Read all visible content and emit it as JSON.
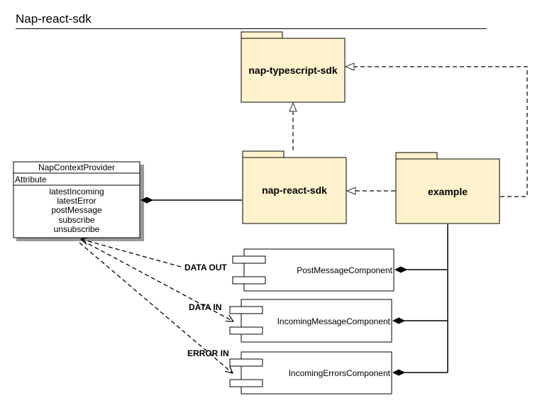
{
  "title": "Nap-react-sdk",
  "packages": {
    "typescript_sdk": "nap-typescript-sdk",
    "react_sdk": "nap-react-sdk",
    "example": "example"
  },
  "class_box": {
    "name": "NapContextProvider",
    "section": "Attribute",
    "members": [
      "latestIncoming",
      "latestError",
      "postMessage",
      "subscribe",
      "unsubscribe"
    ]
  },
  "components": {
    "post_message": "PostMessageComponent",
    "incoming_message": "IncomingMessageComponent",
    "incoming_errors": "IncomingErrorsComponent"
  },
  "flows": {
    "data_out": "DATA OUT",
    "data_in": "DATA IN",
    "error_in": "ERROR IN"
  },
  "colors": {
    "package_fill": "#fff2cc",
    "stroke": "#000000",
    "line": "#333333",
    "shadow": "#999999"
  }
}
